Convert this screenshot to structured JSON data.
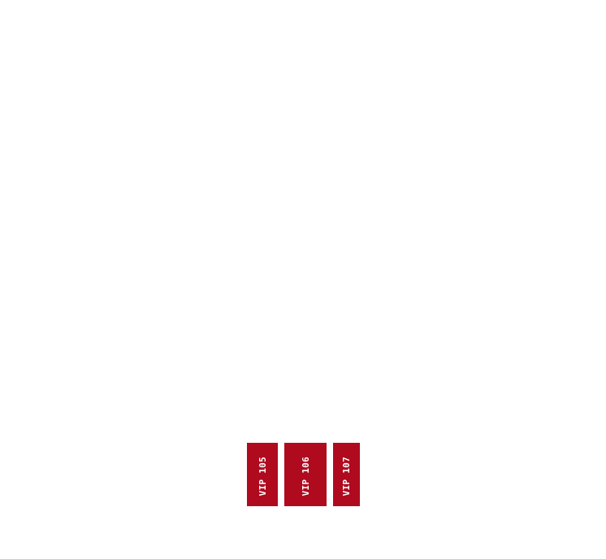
{
  "seat_map": {
    "sections": [
      {
        "label": "VIP 105",
        "color": "#b00a1f"
      },
      {
        "label": "VIP 106",
        "color": "#b00a1f"
      },
      {
        "label": "VIP 107",
        "color": "#b00a1f"
      }
    ]
  }
}
